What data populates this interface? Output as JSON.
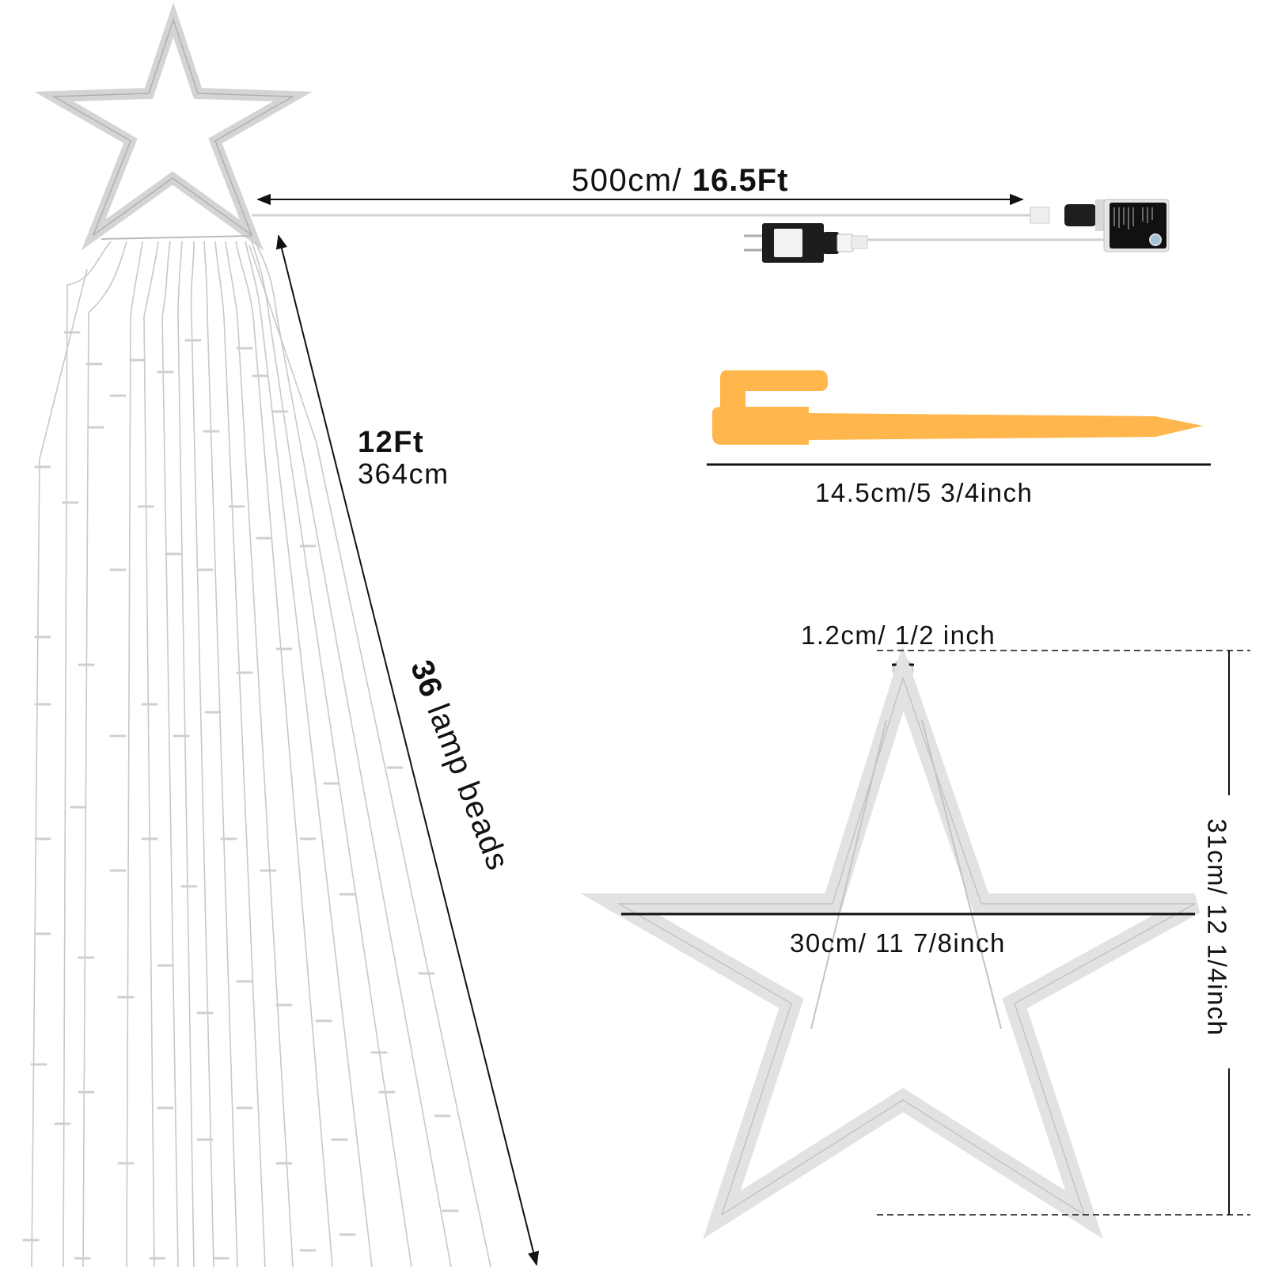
{
  "diagram": {
    "title": "Star string light dimensions",
    "colors": {
      "background": "#ffffff",
      "line": "#111111",
      "stake": "#ffb74d",
      "wire": "#c8c8c8",
      "star_frame": "#d8d8d8",
      "controller_body": "#e8e8e8",
      "adapter_body": "#222222"
    },
    "cable_length": {
      "metric": "500cm/ ",
      "imperial": "16.5Ft"
    },
    "strand_length": {
      "imperial": "12Ft",
      "metric": "364cm"
    },
    "beads": {
      "count": "36",
      "unit": " lamp beads"
    },
    "stake": {
      "dimension": "14.5cm/5 3/4inch",
      "icon": "ground-stake-icon"
    },
    "topper_star": {
      "hook": "1.2cm/ 1/2 inch",
      "width": "30cm/ 11 7/8inch",
      "height": "31cm/ 12 1/4inch"
    },
    "components": [
      {
        "name": "star-topper",
        "icon": "star-icon"
      },
      {
        "name": "power-adapter",
        "icon": "plug-adapter-icon"
      },
      {
        "name": "controller",
        "icon": "controller-box-icon"
      },
      {
        "name": "light-strands",
        "count": 16
      }
    ]
  }
}
